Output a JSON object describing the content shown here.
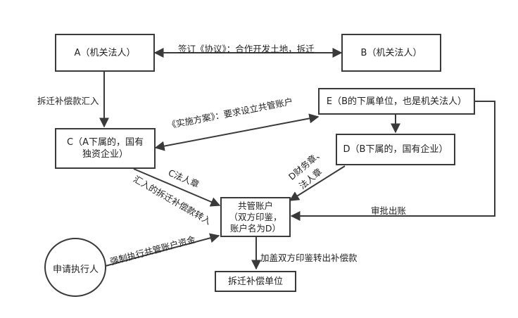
{
  "nodes": {
    "a": "A（机关法人）",
    "b": "B（机关法人）",
    "c_line1": "C（A下属的，国有",
    "c_line2": "独资企业）",
    "e": "E（B的下属单位，也是机关法人）",
    "d": "D（B下属的，国有企业）",
    "joint_line1": "共管账户",
    "joint_line2": "（双方印鉴，",
    "joint_line3": "账户名为D）",
    "compensation_unit": "拆迁补偿单位",
    "applicant": "申请执行人"
  },
  "edges": {
    "a_b": "签订《协议》：合作开发土地，拆迁",
    "a_c": "拆迁补偿款汇入",
    "e_c": "《实施方案》：要求设立共管账户",
    "c_joint_seal": "C法人章",
    "c_joint_transfer": "汇入的拆迁补偿款转入",
    "d_joint_seal_line1": "D财务章、",
    "d_joint_seal_line2": "法人章",
    "e_joint": "审批出账",
    "applicant_joint": "强制执行共管账户资金",
    "joint_unit": "加盖双方印鉴转出补偿款"
  }
}
